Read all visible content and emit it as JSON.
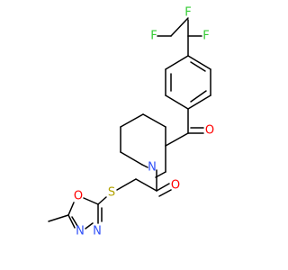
{
  "molecule": {
    "colors": {
      "bond": "#000000",
      "carbon": "#000000",
      "fluorine": "#33cc33",
      "oxygen": "#ff0000",
      "nitrogen": "#3050f8",
      "sulfur": "#b2a200"
    },
    "atoms": {
      "f_left": "F",
      "f_top": "F",
      "f_right": "F",
      "o_ketone": "O",
      "n_piperidine": "N",
      "o_amide": "O",
      "s_thioether": "S",
      "o_ring": "O",
      "n_ring_right": "N",
      "n_ring_left": "N"
    }
  }
}
